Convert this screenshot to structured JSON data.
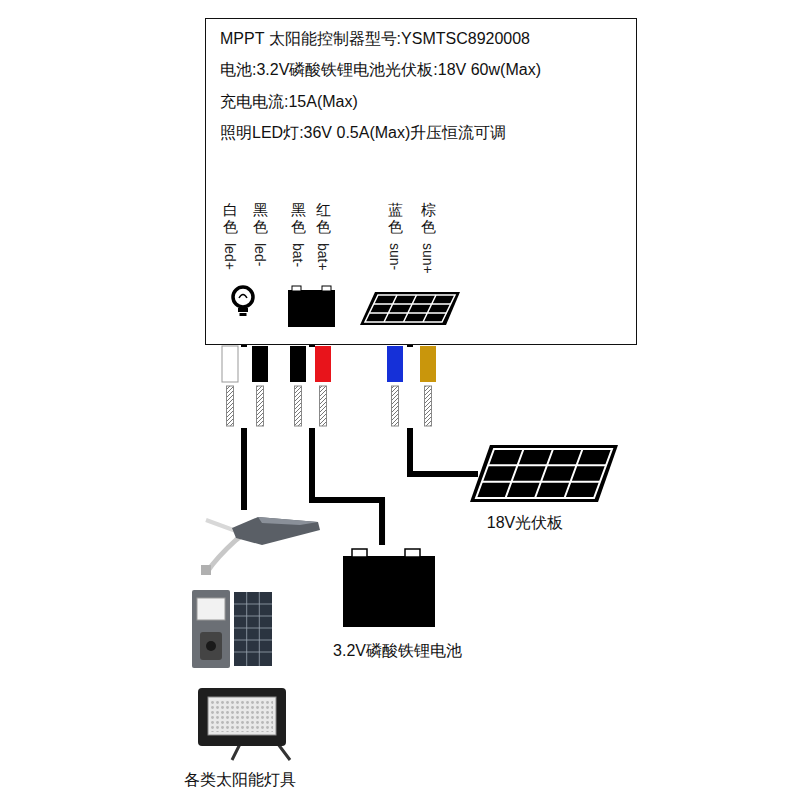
{
  "diagram": {
    "nodes": [
      {
        "text": [
          "MPPT 太阳能控制器",
          "型号:YSMTSC8920008",
          "电池:3.2V磷酸铁锂电池光伏板:18V 60w(Max)",
          "充电电流:15A(Max)",
          "照明LED灯:36V 0.5A(Max)升压恒流可调"
        ]
      },
      {
        "text": [
          "18V光伏板"
        ]
      },
      {
        "text": [
          "3.2V磷酸铁锂电池"
        ]
      },
      {
        "text": [
          "各类太阳能灯具"
        ]
      }
    ],
    "edges": [
      {
        "from": 0,
        "to": 3,
        "arrow": "none"
      },
      {
        "from": 0,
        "to": 2,
        "arrow": "none"
      },
      {
        "from": 0,
        "to": 1,
        "arrow": "none"
      }
    ],
    "labels": [
      "白色",
      "led+",
      "黑色",
      "led-",
      "黑色",
      "bat-",
      "红色",
      "bat+",
      "蓝色",
      "sun-",
      "棕色",
      "sun+"
    ]
  }
}
